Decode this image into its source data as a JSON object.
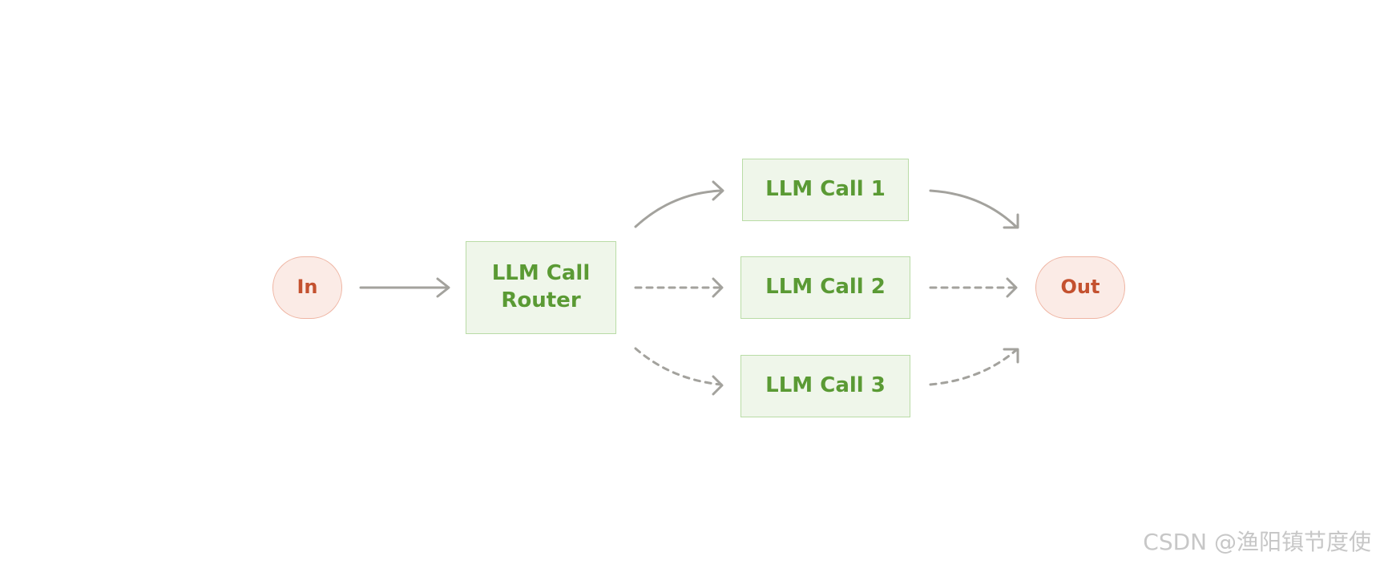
{
  "diagram": {
    "nodes": {
      "in": {
        "label": "In"
      },
      "router": {
        "line1": "LLM Call",
        "line2": "Router"
      },
      "call1": {
        "label": "LLM Call 1"
      },
      "call2": {
        "label": "LLM Call 2"
      },
      "call3": {
        "label": "LLM Call 3"
      },
      "out": {
        "label": "Out"
      }
    },
    "edges": [
      {
        "from": "in",
        "to": "router",
        "style": "solid"
      },
      {
        "from": "router",
        "to": "call1",
        "style": "solid"
      },
      {
        "from": "router",
        "to": "call2",
        "style": "dashed"
      },
      {
        "from": "router",
        "to": "call3",
        "style": "dashed"
      },
      {
        "from": "call1",
        "to": "out",
        "style": "solid"
      },
      {
        "from": "call2",
        "to": "out",
        "style": "dashed"
      },
      {
        "from": "call3",
        "to": "out",
        "style": "dashed"
      }
    ],
    "colors": {
      "edge": "#a3a29d",
      "terminal_fill": "#fbebe6",
      "terminal_border": "#efb5a3",
      "terminal_text": "#c4512f",
      "llm_fill": "#eff6ea",
      "llm_border": "#b9dca6",
      "llm_text": "#5a9a34"
    }
  },
  "watermark": {
    "text": "CSDN @渔阳镇节度使"
  }
}
